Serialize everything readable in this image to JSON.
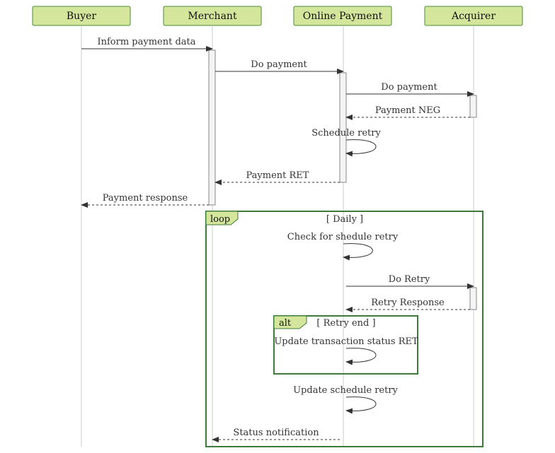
{
  "participants": [
    {
      "id": "buyer",
      "label": "Buyer"
    },
    {
      "id": "merchant",
      "label": "Merchant"
    },
    {
      "id": "online_payment",
      "label": "Online Payment"
    },
    {
      "id": "acquirer",
      "label": "Acquirer"
    }
  ],
  "messages": [
    {
      "id": "m1",
      "from": "buyer",
      "to": "merchant",
      "label": "Inform payment data",
      "style": "solid"
    },
    {
      "id": "m2",
      "from": "merchant",
      "to": "online_payment",
      "label": "Do payment",
      "style": "solid"
    },
    {
      "id": "m3",
      "from": "online_payment",
      "to": "acquirer",
      "label": "Do payment",
      "style": "solid"
    },
    {
      "id": "m4",
      "from": "acquirer",
      "to": "online_payment",
      "label": "Payment NEG",
      "style": "dashed"
    },
    {
      "id": "m5",
      "from": "online_payment",
      "to": "online_payment",
      "label": "Schedule retry",
      "style": "self"
    },
    {
      "id": "m6",
      "from": "online_payment",
      "to": "merchant",
      "label": "Payment RET",
      "style": "dashed"
    },
    {
      "id": "m7",
      "from": "merchant",
      "to": "buyer",
      "label": "Payment response",
      "style": "dashed"
    },
    {
      "id": "m8",
      "from": "online_payment",
      "to": "online_payment",
      "label": "Check for shedule retry",
      "style": "self"
    },
    {
      "id": "m9",
      "from": "online_payment",
      "to": "acquirer",
      "label": "Do Retry",
      "style": "solid"
    },
    {
      "id": "m10",
      "from": "acquirer",
      "to": "online_payment",
      "label": "Retry Response",
      "style": "dashed"
    },
    {
      "id": "m11",
      "from": "online_payment",
      "to": "online_payment",
      "label": "Update transaction status RET",
      "style": "self"
    },
    {
      "id": "m12",
      "from": "online_payment",
      "to": "online_payment",
      "label": "Update schedule retry",
      "style": "self"
    },
    {
      "id": "m13",
      "from": "online_payment",
      "to": "merchant",
      "label": "Status notification",
      "style": "dashed"
    }
  ],
  "frames": {
    "loop": {
      "keyword": "loop",
      "condition": "[ Daily ]"
    },
    "alt": {
      "keyword": "alt",
      "condition": "[ Retry end ]"
    }
  },
  "colors": {
    "header_fill": "#d4e69c",
    "header_stroke": "#4a8a3a",
    "frame_stroke": "#3f7a3a",
    "lifeline": "#cccccc",
    "activation_fill": "#f4f4f4",
    "activation_stroke": "#888888",
    "arrow": "#333333"
  }
}
